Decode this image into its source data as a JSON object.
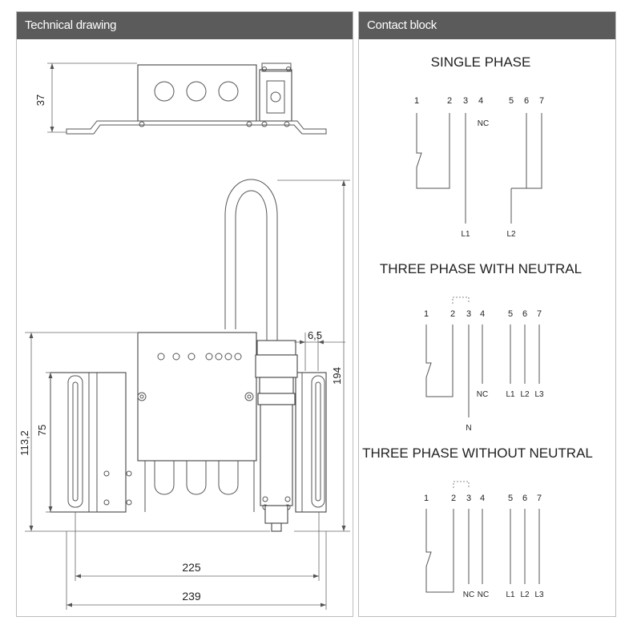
{
  "panels": {
    "technical": {
      "title": "Technical drawing"
    },
    "contact": {
      "title": "Contact block"
    }
  },
  "dimensions": {
    "top_height": "37",
    "cable_height": "194",
    "clearance": "6,5",
    "body_height": "113,2",
    "inner_height": "75",
    "inner_width": "225",
    "total_width": "239"
  },
  "contact": {
    "single": {
      "title": "SINGLE PHASE",
      "terminals": [
        "1",
        "2",
        "3",
        "4",
        "5",
        "6",
        "7"
      ],
      "nc_label": "NC",
      "line_labels": [
        "L1",
        "L2"
      ]
    },
    "three_neutral": {
      "title": "THREE PHASE WITH NEUTRAL",
      "terminals": [
        "1",
        "2",
        "3",
        "4",
        "5",
        "6",
        "7"
      ],
      "bottom_labels": [
        "NC",
        "L1",
        "L2",
        "L3"
      ],
      "neutral_label": "N"
    },
    "three_no_neutral": {
      "title": "THREE PHASE WITHOUT NEUTRAL",
      "terminals": [
        "1",
        "2",
        "3",
        "4",
        "5",
        "6",
        "7"
      ],
      "bottom_labels": [
        "NC",
        "NC",
        "L1",
        "L2",
        "L3"
      ]
    }
  }
}
